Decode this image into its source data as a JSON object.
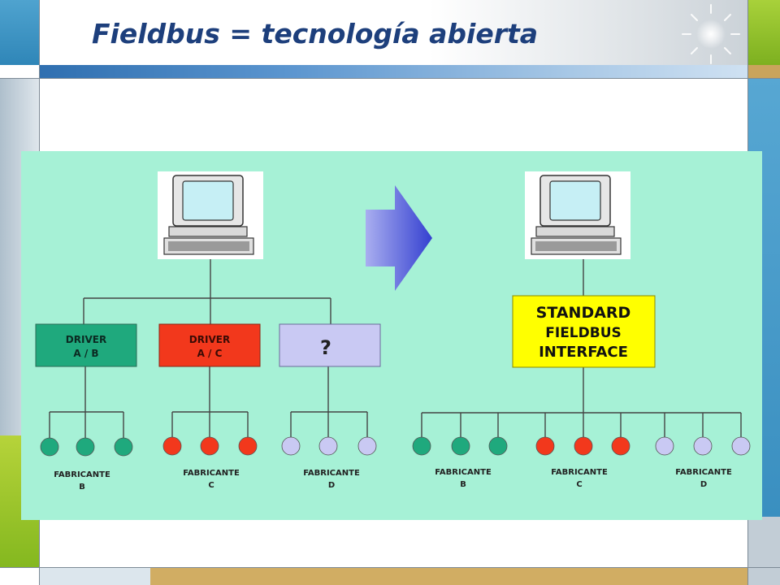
{
  "slide": {
    "title": "Fieldbus = tecnología abierta"
  },
  "colors": {
    "title": "#1d3f7c",
    "diagram_bg": "#a6f1d6",
    "green_driver": "#1fa97d",
    "red_driver": "#f2381c",
    "lavender": "#c9c9f3",
    "yellow_interface": "#ffff00",
    "arrow": "#5a63d8"
  },
  "diagram": {
    "left": {
      "drivers": [
        {
          "label_line1": "DRIVER",
          "label_line2": "A / B"
        },
        {
          "label_line1": "DRIVER",
          "label_line2": "A / C"
        },
        {
          "label_line1": "?",
          "label_line2": ""
        }
      ],
      "manufacturers": [
        {
          "label_line1": "FABRICANTE",
          "label_line2": "B"
        },
        {
          "label_line1": "FABRICANTE",
          "label_line2": "C"
        },
        {
          "label_line1": "FABRICANTE",
          "label_line2": "D"
        }
      ]
    },
    "right": {
      "interface": {
        "line1": "STANDARD",
        "line2": "FIELDBUS",
        "line3": "INTERFACE"
      },
      "manufacturers": [
        {
          "label_line1": "FABRICANTE",
          "label_line2": "B"
        },
        {
          "label_line1": "FABRICANTE",
          "label_line2": "C"
        },
        {
          "label_line1": "FABRICANTE",
          "label_line2": "D"
        }
      ]
    }
  }
}
